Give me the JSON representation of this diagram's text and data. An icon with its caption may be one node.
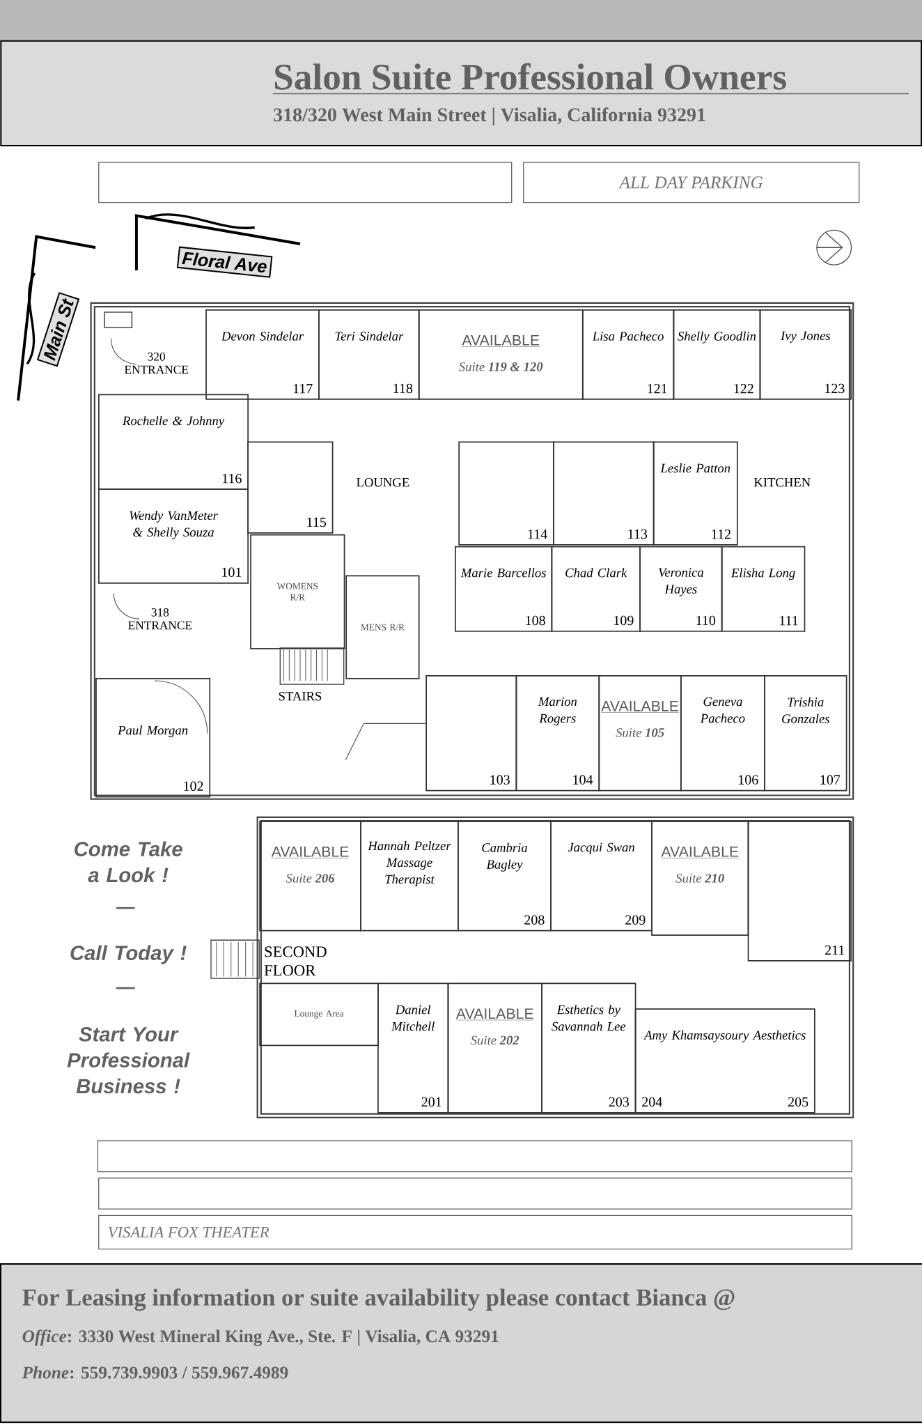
{
  "diagram": {
    "title": "Salon Suite Professional Owners",
    "nodes": [
      {
        "text": [],
        "shape": "box"
      },
      {
        "text": [
          "ALL DAY PARKING"
        ]
      },
      {
        "text": [
          "Devon Sindelar",
          "117"
        ]
      },
      {
        "text": [
          "Teri Sindelar",
          "118"
        ]
      },
      {
        "text": [
          "AVAILABLE",
          "Suite **119 & 120**"
        ]
      },
      {
        "text": [
          "Lisa Pacheco",
          "121"
        ]
      },
      {
        "text": [
          "Shelly Goodlin",
          "122"
        ]
      },
      {
        "text": [
          "Ivy Jones",
          "123"
        ]
      },
      {
        "text": [
          "Rochelle & Johnny",
          "116"
        ]
      },
      {
        "text": [
          "115"
        ]
      },
      {
        "text": [
          "Wendy VanMeter & Shelly Souza",
          "101"
        ]
      },
      {
        "text": [
          "WOMENS R/R"
        ]
      },
      {
        "text": [
          "MENS R/R"
        ]
      },
      {
        "text": [
          "114"
        ]
      },
      {
        "text": [
          "113"
        ]
      },
      {
        "text": [
          "Leslie Patton",
          "112"
        ]
      },
      {
        "text": [
          "Marie Barcellos",
          "108"
        ]
      },
      {
        "text": [
          "Chad Clark",
          "109"
        ]
      },
      {
        "text": [
          "Veronica Hayes",
          "110"
        ]
      },
      {
        "text": [
          "Elisha Long",
          "111"
        ]
      },
      {
        "text": [
          "Paul Morgan",
          "102"
        ]
      },
      {
        "text": [
          "103"
        ]
      },
      {
        "text": [
          "Marion Rogers",
          "104"
        ]
      },
      {
        "text": [
          "AVAILABLE",
          "Suite **105**"
        ]
      },
      {
        "text": [
          "Geneva Pacheco",
          "106"
        ]
      },
      {
        "text": [
          "Trishia Gonzales",
          "107"
        ]
      },
      {
        "text": [
          "AVAILABLE",
          "Suite **206**"
        ]
      },
      {
        "text": [
          "Hannah Peltzer Massage Therapist"
        ]
      },
      {
        "text": [
          "Cambria Bagley",
          "208"
        ]
      },
      {
        "text": [
          "Jacqui Swan",
          "209"
        ]
      },
      {
        "text": [
          "AVAILABLE",
          "Suite **210**"
        ]
      },
      {
        "text": [
          "211"
        ]
      },
      {
        "text": [
          "Lounge Area"
        ]
      },
      {
        "text": [
          "Daniel Mitchell",
          "201"
        ]
      },
      {
        "text": [
          "AVAILABLE",
          "Suite **202**"
        ]
      },
      {
        "text": [
          "Esthetics by Savannah Lee",
          "203"
        ]
      },
      {
        "text": [
          "Amy Khamsaysoury Aesthetics",
          "204",
          "205"
        ]
      },
      {
        "text": [],
        "shape": "box"
      },
      {
        "text": [],
        "shape": "box"
      },
      {
        "text": [
          "VISALIA FOX THEATER"
        ]
      },
      {
        "text": [
          "For Leasing information or suite availability please contact Bianca @",
          "*Office*: 3330 West Mineral King Ave., Ste. F | Visalia, CA 93291",
          "*Phone*: 559.739.9903 / 559.967.4989"
        ]
      }
    ],
    "labels": [
      "318/320 West Main Street | Visalia, California 93291",
      "Floral Ave",
      "Main St",
      "320 ENTRANCE",
      "LOUNGE",
      "KITCHEN",
      "318 ENTRANCE",
      "STAIRS",
      "SECOND FLOOR",
      "Come Take a Look !",
      "—",
      "Call Today !",
      "—",
      "Start Your Professional Business !"
    ]
  }
}
